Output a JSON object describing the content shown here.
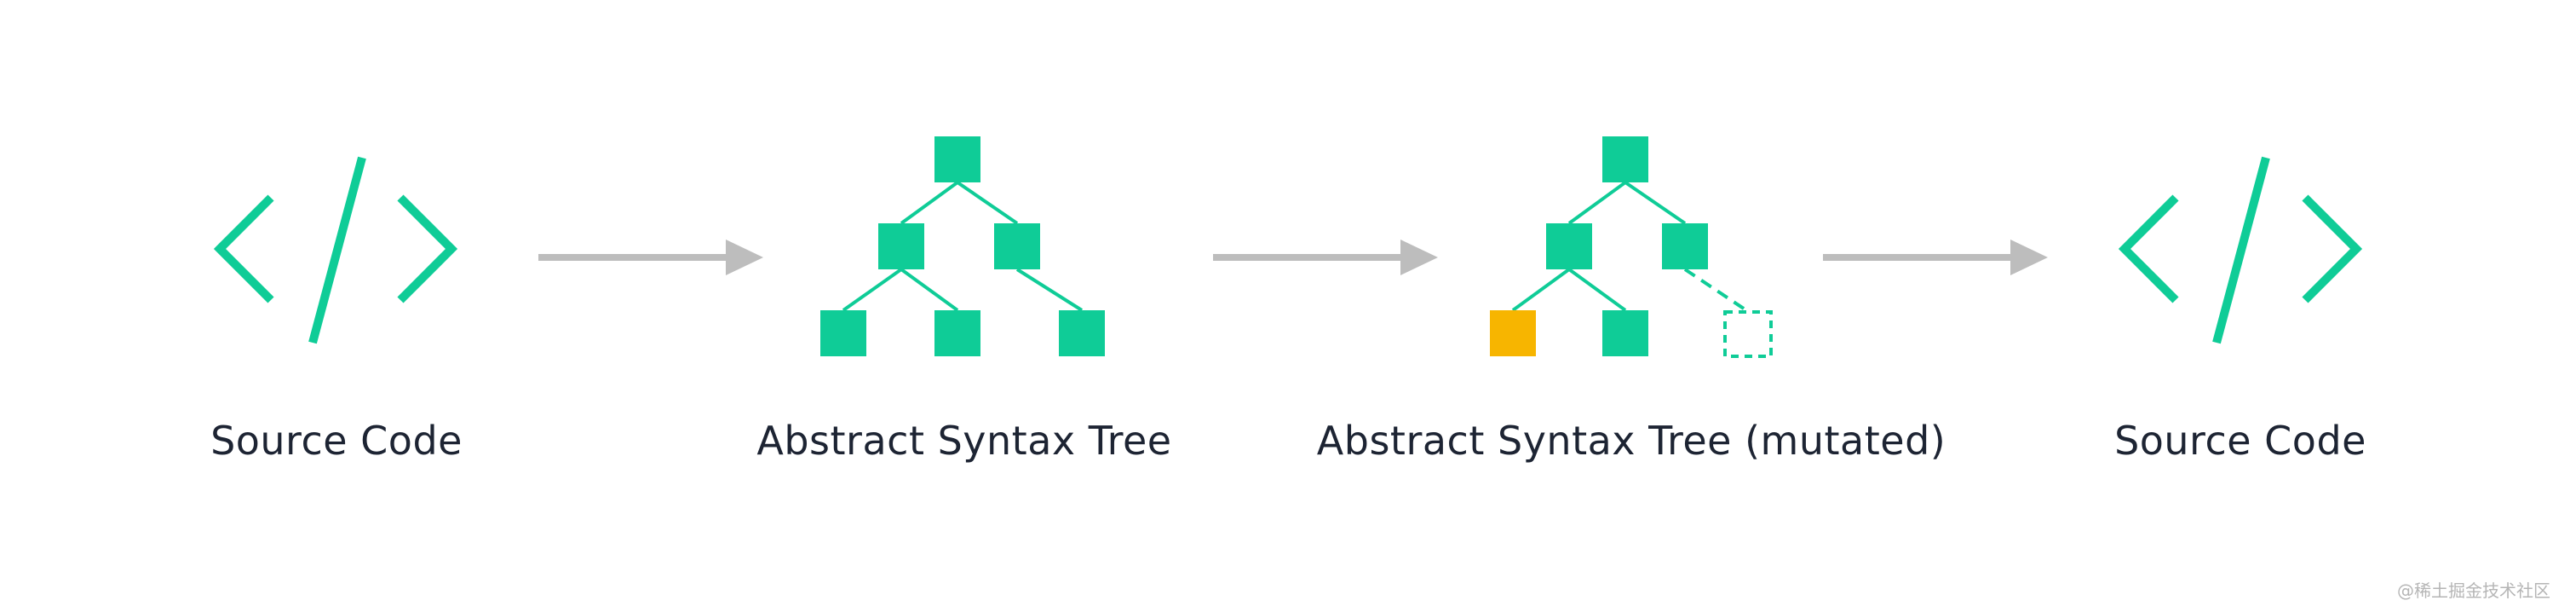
{
  "colors": {
    "accent": "#0fcc97",
    "mutated": "#f7b500",
    "arrow": "#bdbdbd",
    "text": "#1d2433"
  },
  "stages": [
    {
      "label": "Source Code",
      "icon": "code-brackets-icon"
    },
    {
      "label": "Abstract Syntax Tree",
      "icon": "tree-icon"
    },
    {
      "label": "Abstract Syntax Tree (mutated)",
      "icon": "mutated-tree-icon"
    },
    {
      "label": "Source Code",
      "icon": "code-brackets-icon"
    }
  ],
  "watermark": "@稀土掘金技术社区"
}
